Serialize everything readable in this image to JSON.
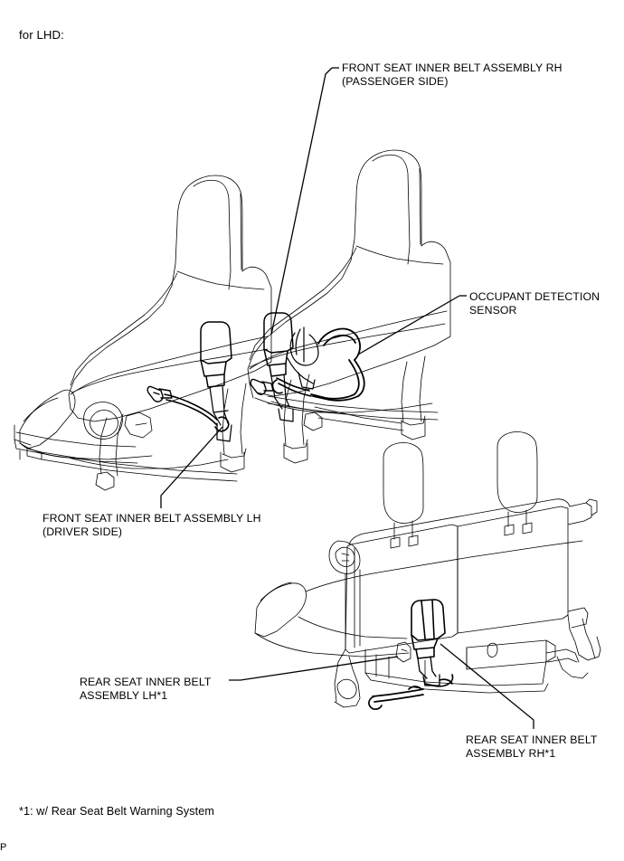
{
  "page": {
    "heading": "for LHD:",
    "corner_mark": "P",
    "footnote": "*1: w/ Rear Seat Belt Warning System"
  },
  "callouts": {
    "front_rh": {
      "line1": "FRONT SEAT INNER BELT ASSEMBLY RH",
      "line2": "(PASSENGER SIDE)"
    },
    "occupant_sensor": {
      "line1": "OCCUPANT DETECTION",
      "line2": "SENSOR"
    },
    "front_lh": {
      "line1": "FRONT SEAT INNER BELT ASSEMBLY LH",
      "line2": "(DRIVER SIDE)"
    },
    "rear_lh": {
      "line1": "REAR SEAT INNER BELT",
      "line2": "ASSEMBLY LH*1"
    },
    "rear_rh": {
      "line1": "REAR SEAT INNER BELT",
      "line2": "ASSEMBLY RH*1"
    }
  },
  "colors": {
    "line": "#000000",
    "thin_line": "#1a1a1a",
    "background": "#ffffff"
  }
}
